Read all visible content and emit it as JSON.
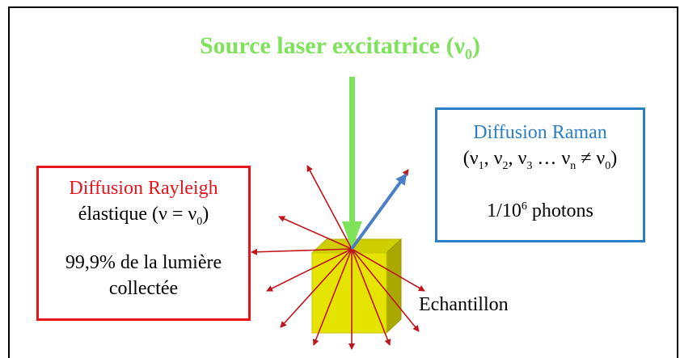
{
  "title": {
    "text": "Source  laser excitatrice (ν",
    "sub": "0",
    "close": ")"
  },
  "rayleigh": {
    "heading": "Diffusion Rayleigh",
    "line2_pre": "élastique (ν = ν",
    "line2_sub": "0",
    "line2_post": ")",
    "line3": "99,9% de la lumière",
    "line4": "collectée"
  },
  "raman": {
    "heading": "Diffusion Raman",
    "line2": {
      "p1": "(ν",
      "s1": "1",
      "p2": ", ν",
      "s2": "2",
      "p3": ", ν",
      "s3": "3",
      "p4": " … ν",
      "s4": "n",
      "p5": " ≠ ν",
      "s5": "0",
      "p6": ")"
    },
    "line3_pre": "1/10",
    "line3_sup": "6",
    "line3_post": " photons"
  },
  "sample_label": "Echantillon",
  "colors": {
    "laser": "#7ee35b",
    "rayleigh": "#e8141b",
    "raman": "#2a7fc6",
    "scatter_arrows": "#c0141b",
    "sample_front": "#e4e400",
    "sample_top": "#cfcf00",
    "sample_side": "#a8a800"
  }
}
